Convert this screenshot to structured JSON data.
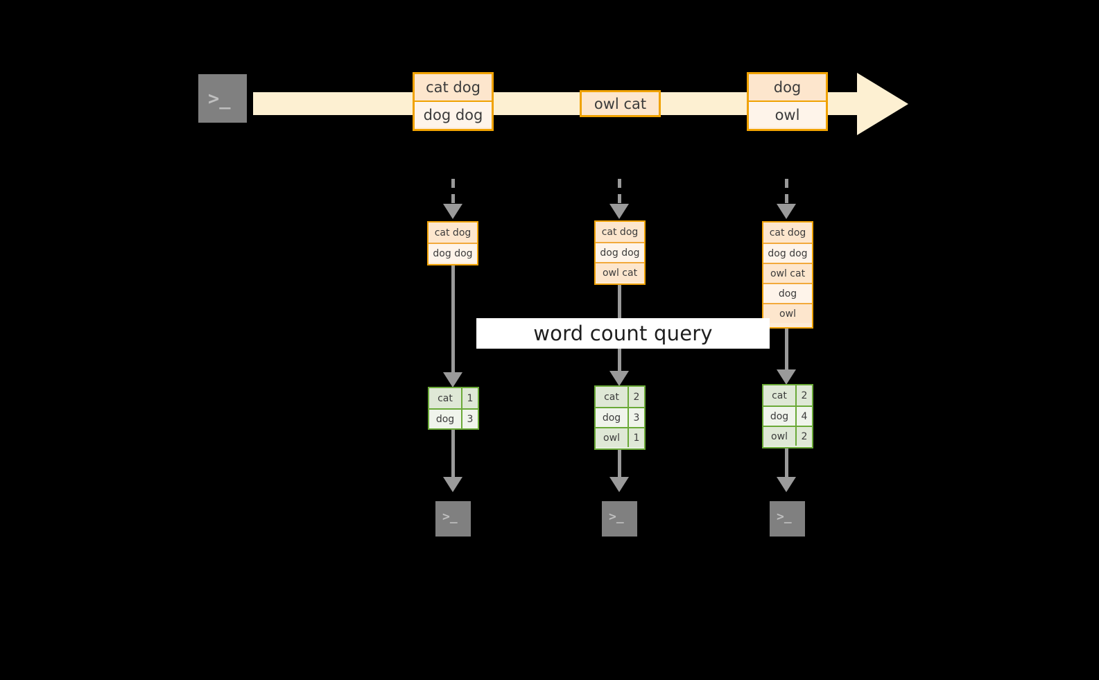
{
  "diagram": {
    "title_label": "word count query",
    "colors": {
      "background": "#000000",
      "stream_fill": "#FDF0D2",
      "record_border": "#F0A202",
      "record_fill_dark": "#FDE6CD",
      "record_fill_light": "#FEF4EA",
      "table_border": "#6AA937",
      "table_fill_dark": "#DFE8D6",
      "table_fill_light": "#F0F4EC",
      "arrow_gray": "#9A9A9A",
      "terminal_fill": "#808080",
      "label_fill": "#FFFFFF"
    },
    "source": {
      "icon": "terminal-icon",
      "prompt_glyph": ">_"
    },
    "stream": {
      "icon": "stream-arrow-icon",
      "events": [
        {
          "id": "event-1",
          "lines": [
            "cat dog",
            "dog dog"
          ]
        },
        {
          "id": "event-2",
          "lines": [
            "owl cat"
          ]
        },
        {
          "id": "event-3",
          "lines": [
            "dog",
            "owl"
          ]
        }
      ]
    },
    "snapshots": [
      {
        "id": "snapshot-1",
        "records": [
          "cat dog",
          "dog dog"
        ],
        "result": {
          "rows": [
            {
              "word": "cat",
              "count": "1"
            },
            {
              "word": "dog",
              "count": "3"
            }
          ]
        },
        "sink": {
          "icon": "terminal-icon",
          "prompt_glyph": ">_"
        }
      },
      {
        "id": "snapshot-2",
        "records": [
          "cat dog",
          "dog dog",
          "owl cat"
        ],
        "result": {
          "rows": [
            {
              "word": "cat",
              "count": "2"
            },
            {
              "word": "dog",
              "count": "3"
            },
            {
              "word": "owl",
              "count": "1"
            }
          ]
        },
        "sink": {
          "icon": "terminal-icon",
          "prompt_glyph": ">_"
        }
      },
      {
        "id": "snapshot-3",
        "records": [
          "cat dog",
          "dog dog",
          "owl cat",
          "dog",
          "owl"
        ],
        "result": {
          "rows": [
            {
              "word": "cat",
              "count": "2"
            },
            {
              "word": "dog",
              "count": "4"
            },
            {
              "word": "owl",
              "count": "2"
            }
          ]
        },
        "sink": {
          "icon": "terminal-icon",
          "prompt_glyph": ">_"
        }
      }
    ]
  }
}
